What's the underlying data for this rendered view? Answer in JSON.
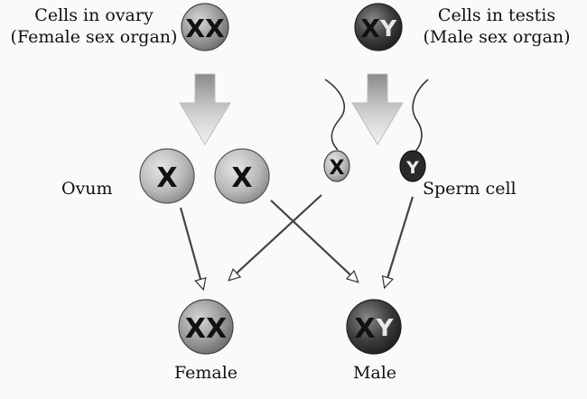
{
  "labels": {
    "ovary_line1": "Cells in ovary",
    "ovary_line2": "(Female sex organ)",
    "testis_line1": "Cells in testis",
    "testis_line2": "(Male sex organ)",
    "ovum": "Ovum",
    "sperm": "Sperm cell",
    "female": "Female",
    "male": "Male"
  },
  "cells": {
    "ovary_cell": [
      "X",
      "X"
    ],
    "testis_cell": [
      "X",
      "Y"
    ],
    "ovum_1": [
      "X"
    ],
    "ovum_2": [
      "X"
    ],
    "sperm_x": [
      "X"
    ],
    "sperm_y": [
      "Y"
    ],
    "female_offspring": [
      "X",
      "X"
    ],
    "male_offspring": [
      "X",
      "Y"
    ]
  },
  "colors": {
    "female_cell": "#8f8f8f",
    "male_cell": "#3a3a3a",
    "sperm_x_head": "#bdbdbd",
    "sperm_y_head": "#2a2a2a"
  }
}
